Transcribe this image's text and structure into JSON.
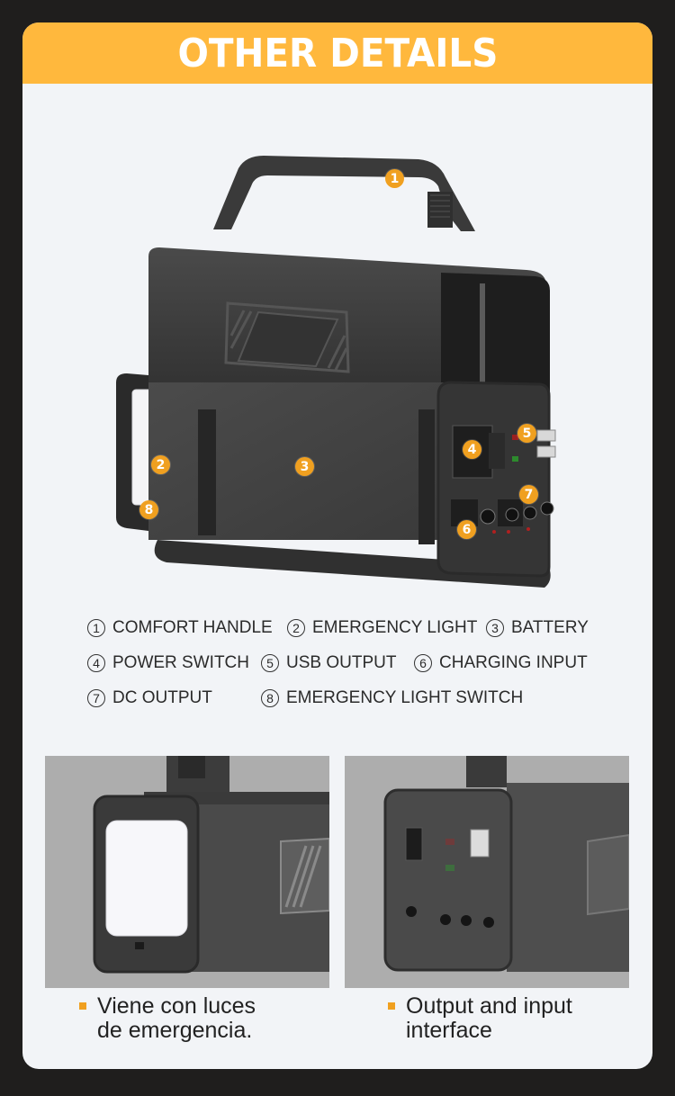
{
  "header": {
    "title": "OTHER DETAILS",
    "background_color": "#FFB83D",
    "title_color": "#FFFFFF"
  },
  "hero": {
    "description": "Portable power station, 3/4 view with side cover removed showing battery",
    "badges": [
      {
        "number": "1",
        "target": "comfort-handle"
      },
      {
        "number": "2",
        "target": "emergency-light"
      },
      {
        "number": "3",
        "target": "battery"
      },
      {
        "number": "4",
        "target": "power-switch"
      },
      {
        "number": "5",
        "target": "usb-output"
      },
      {
        "number": "6",
        "target": "charging-input"
      },
      {
        "number": "7",
        "target": "dc-output"
      },
      {
        "number": "8",
        "target": "emergency-light-switch"
      }
    ],
    "badge_color": "#F0A020"
  },
  "legend": {
    "items": [
      {
        "number": "1",
        "label": "COMFORT HANDLE"
      },
      {
        "number": "2",
        "label": "EMERGENCY LIGHT"
      },
      {
        "number": "3",
        "label": "BATTERY"
      },
      {
        "number": "4",
        "label": "POWER SWITCH"
      },
      {
        "number": "5",
        "label": "USB OUTPUT"
      },
      {
        "number": "6",
        "label": "CHARGING INPUT"
      },
      {
        "number": "7",
        "label": "DC OUTPUT"
      },
      {
        "number": "8",
        "label": "EMERGENCY LIGHT SWITCH"
      }
    ]
  },
  "panels": [
    {
      "description": "Close-up of emergency light side panel",
      "caption_line1": "Viene con luces",
      "caption_line2": "de emergencia."
    },
    {
      "description": "Close-up of output and input panel",
      "caption_line1": "Output and input",
      "caption_line2": "interface"
    }
  ],
  "colors": {
    "page_background": "#1F1E1D",
    "card_background": "#F2F4F7",
    "accent": "#F0A020",
    "photo_background": "#ADADAD",
    "device_body": "#3A3A3A"
  }
}
